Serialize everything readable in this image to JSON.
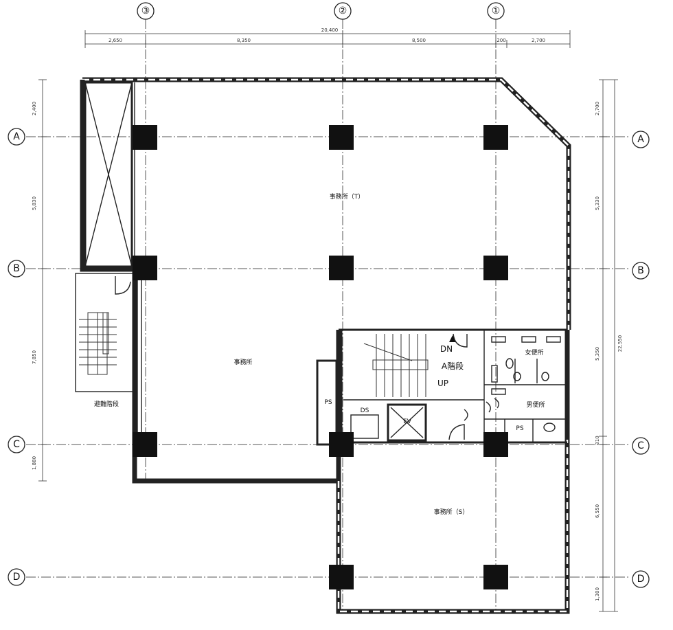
{
  "grid": {
    "columns": [
      "③",
      "②",
      "①"
    ],
    "rows": [
      "A",
      "B",
      "C",
      "D"
    ]
  },
  "dimensions": {
    "top_total": "20,400",
    "top_spans": [
      "2,650",
      "8,350",
      "8,500",
      "200",
      "2,700"
    ],
    "left_spans": [
      "2,400",
      "5,830",
      "7,850",
      "1,880"
    ],
    "right_total": "22,550",
    "right_spans": [
      "2,700",
      "5,330",
      "5,350",
      "310",
      "6,550",
      "1,300"
    ]
  },
  "rooms": {
    "office_t": "事務所（T）",
    "office_main": "事務所",
    "office_s": "事務所（S）",
    "fire_stair": "避難階段",
    "a_stair": "A階段",
    "stair_dn": "DN",
    "stair_up": "UP",
    "womens_wc": "女便所",
    "mens_wc": "男便所",
    "ps_left": "PS",
    "ps_right": "PS",
    "ds": "DS",
    "ev": "EV"
  }
}
